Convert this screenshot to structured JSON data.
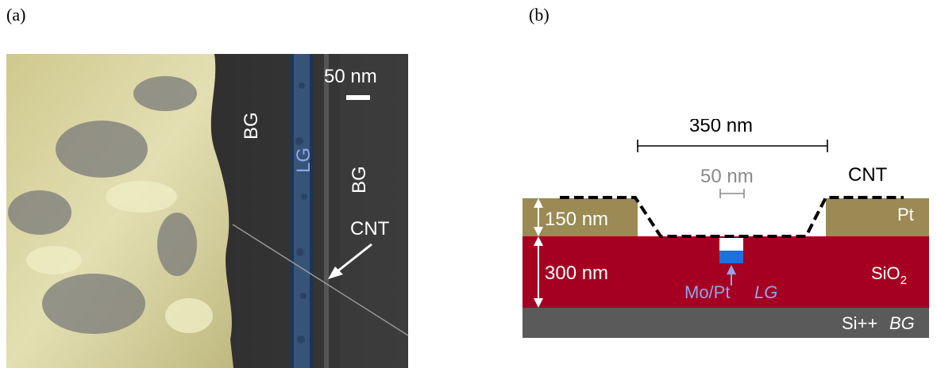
{
  "panel_a": {
    "label": "(a)",
    "scale_bar_text": "50 nm",
    "bg_left": "BG",
    "lg": "LG",
    "bg_right": "BG",
    "cnt": "CNT"
  },
  "panel_b": {
    "label": "(b)",
    "span_350": "350 nm",
    "span_50": "50 nm",
    "cnt": "CNT",
    "dim_150": "150 nm",
    "dim_300": "300 nm",
    "pt": "Pt",
    "sio2": "SiO",
    "sio2_sub": "2",
    "mo_pt": "Mo/Pt",
    "lg": "LG",
    "si_pp": "Si++",
    "bg": "BG"
  },
  "colors": {
    "pt_layer": "#9b8a54",
    "sio2_layer": "#a50021",
    "si_layer": "#5a5a5a",
    "lg_gate": "#1f6fe0",
    "lg_text": "#8fa6e8",
    "cnt_line": "#000000",
    "sem_dark": "#2e2e2e",
    "sem_yellow": "#d9d5a0"
  }
}
